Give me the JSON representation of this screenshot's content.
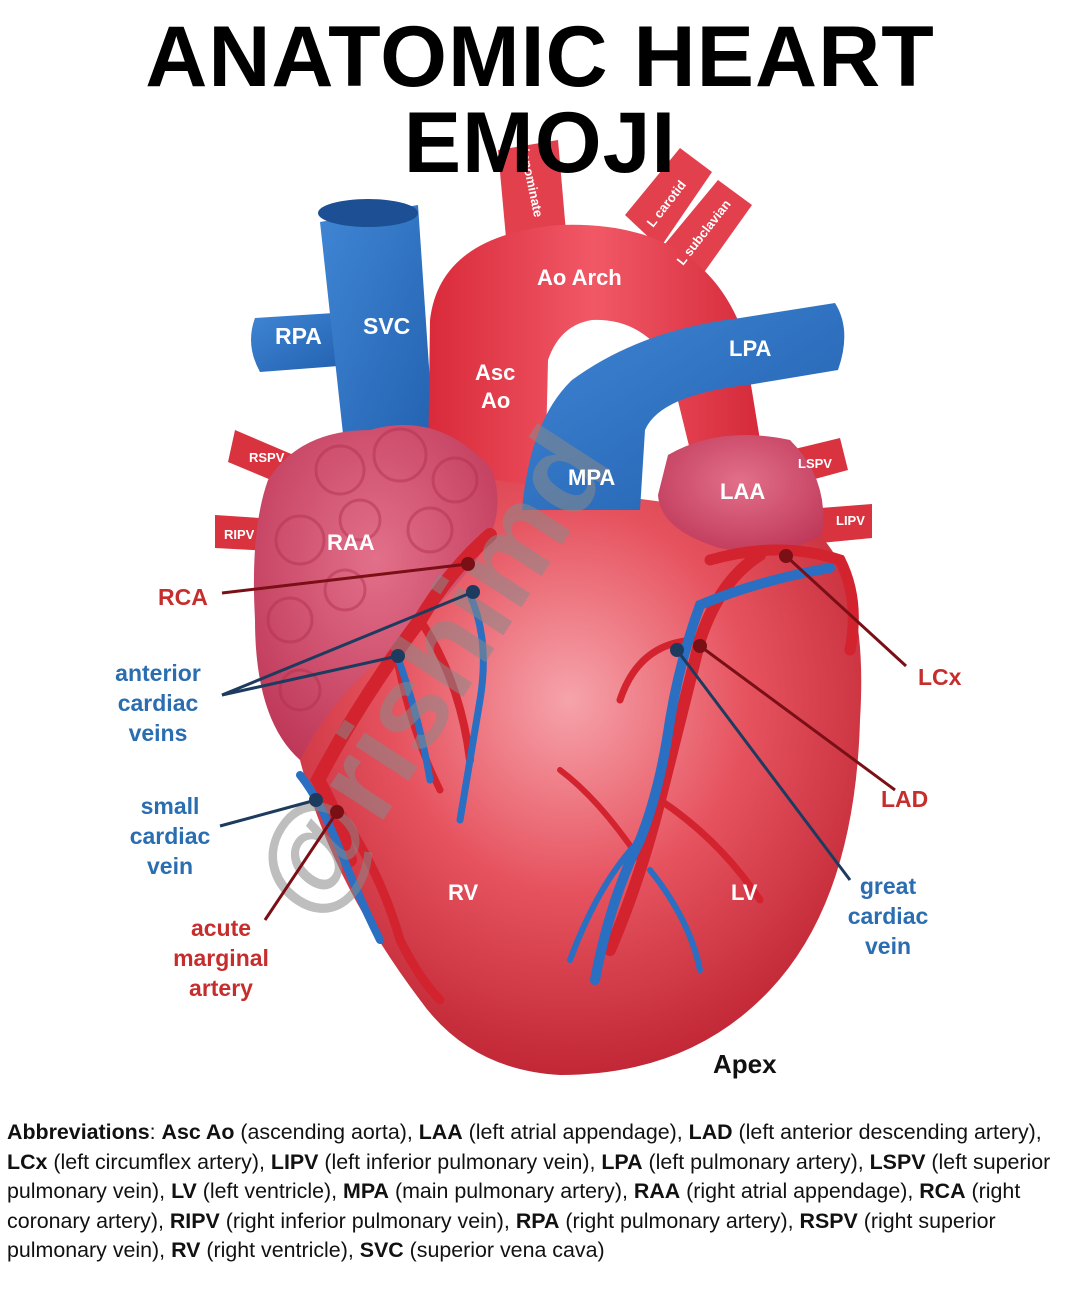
{
  "title": "ANATOMIC HEART EMOJI",
  "watermark": "@rishimd",
  "colors": {
    "artery": "#e23a44",
    "vein": "#2f72c0",
    "appendage": "#cf4a68",
    "callout_red": "#c62e2e",
    "callout_blue": "#2a6db0",
    "leader_red": "#7a0f16",
    "leader_blue": "#1d3b5e"
  },
  "structure_labels": {
    "rpa": "RPA",
    "svc": "SVC",
    "asc_ao_1": "Asc",
    "asc_ao_2": "Ao",
    "ao_arch": "Ao Arch",
    "lpa": "LPA",
    "mpa": "MPA",
    "laa": "LAA",
    "raa": "RAA",
    "rspv": "RSPV",
    "ripv": "RIPV",
    "lspv": "LSPV",
    "lipv": "LIPV",
    "rv": "RV",
    "lv": "LV",
    "innominate": "innominate",
    "l_carotid": "L carotid",
    "l_subclavian": "L subclavian"
  },
  "callouts": {
    "rca": "RCA",
    "anterior_cardiac_veins": [
      "anterior",
      "cardiac",
      "veins"
    ],
    "small_cardiac_vein": [
      "small",
      "cardiac",
      "vein"
    ],
    "acute_marginal_artery": [
      "acute",
      "marginal",
      "artery"
    ],
    "lcx": "LCx",
    "lad": "LAD",
    "great_cardiac_vein": [
      "great",
      "cardiac",
      "vein"
    ]
  },
  "apex": "Apex",
  "abbreviations": {
    "heading": "Abbreviations",
    "items": [
      {
        "abbr": "Asc Ao",
        "full": "(ascending aorta)"
      },
      {
        "abbr": "LAA",
        "full": "(left atrial appendage)"
      },
      {
        "abbr": "LAD",
        "full": "(left anterior descending artery)"
      },
      {
        "abbr": "LCx",
        "full": "(left circumflex artery)"
      },
      {
        "abbr": "LIPV",
        "full": "(left inferior pulmonary vein)"
      },
      {
        "abbr": "LPA",
        "full": "(left pulmonary artery)"
      },
      {
        "abbr": "LSPV",
        "full": "(left superior pulmonary vein)"
      },
      {
        "abbr": "LV",
        "full": "(left ventricle)"
      },
      {
        "abbr": "MPA",
        "full": "(main pulmonary artery)"
      },
      {
        "abbr": "RAA",
        "full": "(right atrial appendage)"
      },
      {
        "abbr": "RCA",
        "full": "(right coronary artery)"
      },
      {
        "abbr": "RIPV",
        "full": "(right inferior pulmonary vein)"
      },
      {
        "abbr": "RPA",
        "full": "(right pulmonary artery)"
      },
      {
        "abbr": "RSPV",
        "full": "(right superior pulmonary vein)"
      },
      {
        "abbr": "RV",
        "full": "(right ventricle)"
      },
      {
        "abbr": "SVC",
        "full": "(superior vena cava)"
      }
    ]
  }
}
